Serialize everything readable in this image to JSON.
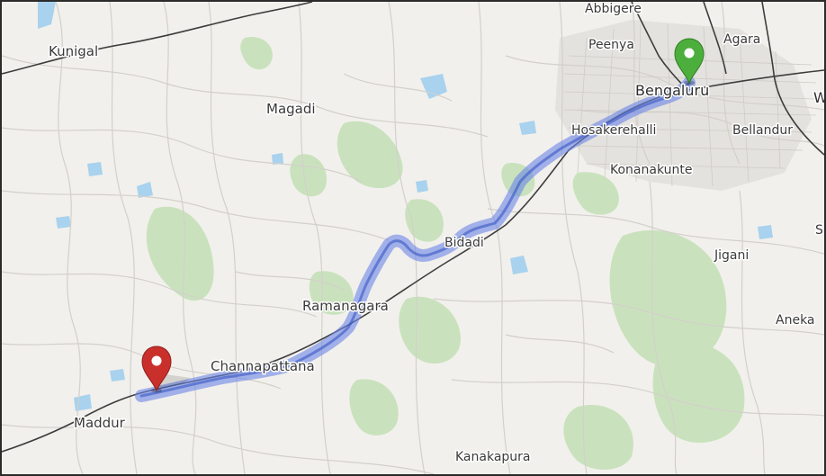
{
  "map": {
    "place_labels": {
      "abbigere": "Abbigere",
      "kunigal": "Kunigal",
      "peenya": "Peenya",
      "agara": "Agara",
      "bengaluru": "Bengaluru",
      "w": "W",
      "magadi": "Magadi",
      "hosakerehalli": "Hosakerehalli",
      "bellandur": "Bellandur",
      "konanakunte": "Konanakunte",
      "bidadi": "Bidadi",
      "s": "S",
      "jigani": "Jigani",
      "ramanagara": "Ramanagara",
      "aneka": "Aneka",
      "channapattana": "Channapattana",
      "maddur": "Maddur",
      "kanakapura": "Kanakapura"
    },
    "markers": {
      "start": {
        "color": "#4cae3c",
        "icon": "map-pin-icon"
      },
      "end": {
        "color": "#c9302c",
        "icon": "map-pin-icon"
      }
    },
    "colors": {
      "route": "#6a86e8",
      "route_core": "#2f4fbf",
      "land": "#f2f0ec",
      "park": "#c9e5bf",
      "water": "#a9d3ee",
      "road": "#d6d3ce",
      "highway": "#3d3d3d",
      "urban": "#e2e0dc"
    }
  }
}
